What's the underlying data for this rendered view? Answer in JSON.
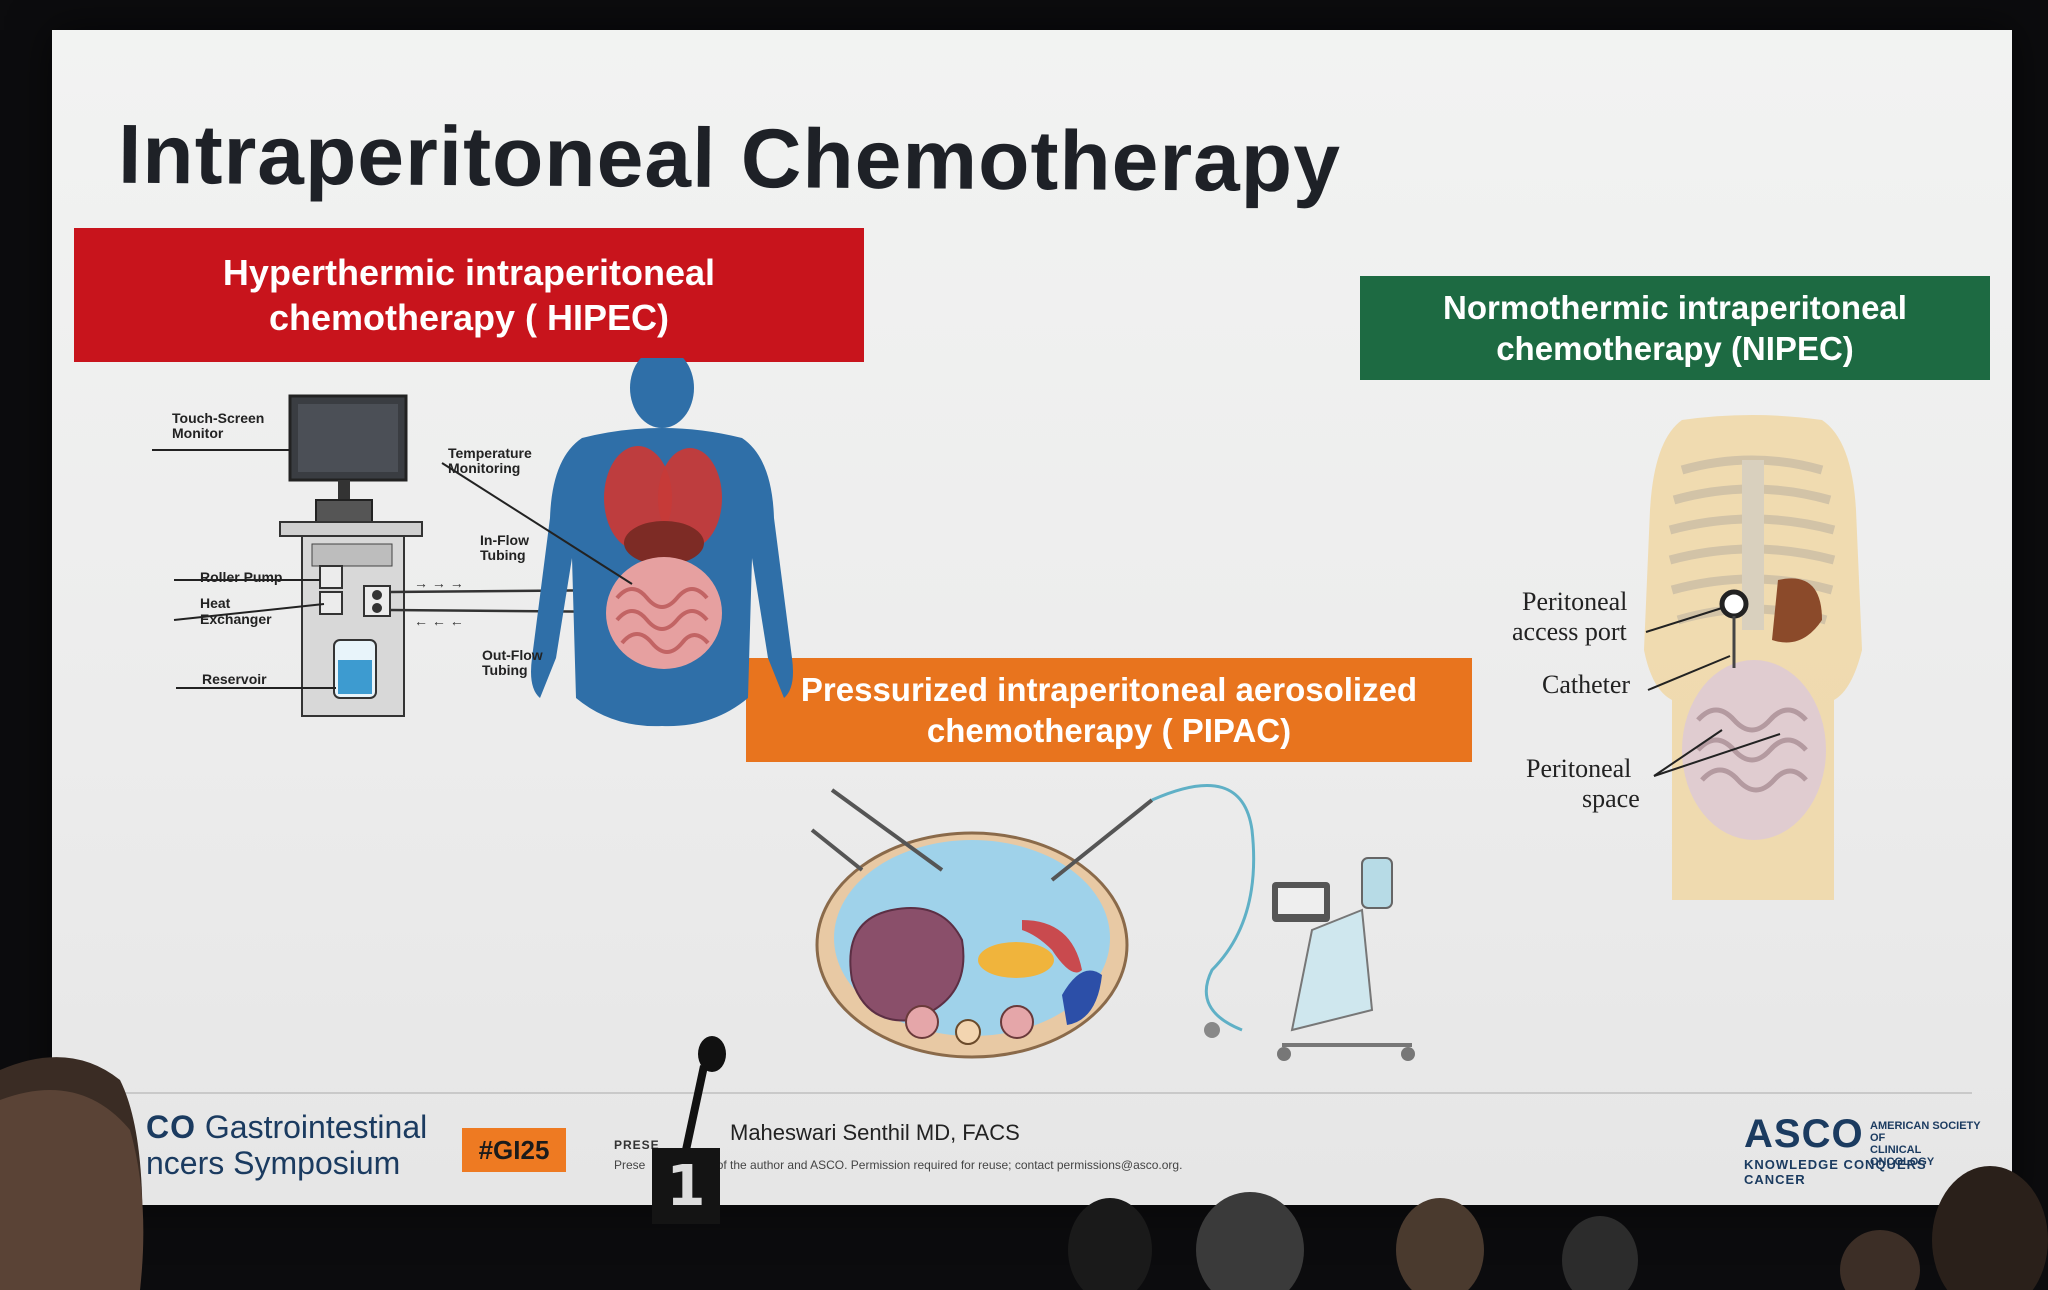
{
  "slide": {
    "title": "Intraperitoneal Chemotherapy",
    "hipec": {
      "banner": "Hyperthermic intraperitoneal\nchemotherapy ( HIPEC)",
      "color": "#c8141c",
      "labels": {
        "monitor": [
          "Touch-Screen",
          "Monitor"
        ],
        "temperature": [
          "Temperature",
          "Monitoring"
        ],
        "inflow": [
          "In-Flow",
          "Tubing"
        ],
        "roller": "Roller Pump",
        "heat": [
          "Heat",
          "Exchanger"
        ],
        "outflow": [
          "Out-Flow",
          "Tubing"
        ],
        "reservoir": "Reservoir"
      }
    },
    "nipec": {
      "banner": "Normothermic intraperitoneal\nchemotherapy (NIPEC)",
      "color": "#1d6a42",
      "labels": {
        "port": [
          "Peritoneal",
          "access port"
        ],
        "catheter": "Catheter",
        "space": [
          "Peritoneal",
          "space"
        ]
      }
    },
    "pipac": {
      "banner": "Pressurized intraperitoneal aerosolized\nchemotherapy ( PIPAC)",
      "color": "#e8741e"
    }
  },
  "footer": {
    "symposium_brand": "CO",
    "symposium_line1": "Gastrointestinal",
    "symposium_line2": "ncers Symposium",
    "hashtag": "#GI25",
    "presenter_label": "PRESE",
    "presenter_name": "Maheswari Senthil MD, FACS",
    "disclaimer_start": "Prese",
    "disclaimer_end": "erty of the author and ASCO. Permission required for reuse; contact permissions@asco.org.",
    "asco_logo": "ASCO",
    "asco_society": [
      "AMERICAN SOCIETY OF",
      "CLINICAL ONCOLOGY"
    ],
    "asco_tagline": "KNOWLEDGE CONQUERS CANCER"
  },
  "podium_number": "1"
}
